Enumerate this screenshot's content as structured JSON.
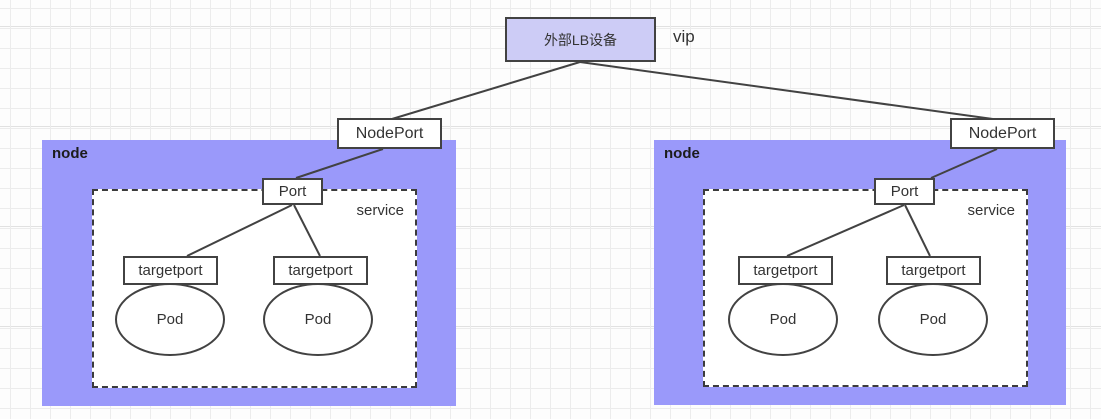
{
  "diagram": {
    "lb": {
      "label": "外部LB设备"
    },
    "vip_label": "vip",
    "nodes": [
      {
        "label": "node",
        "nodeport_label": "NodePort",
        "port_label": "Port",
        "service_label": "service",
        "backends": [
          {
            "targetport_label": "targetport",
            "pod_label": "Pod"
          },
          {
            "targetport_label": "targetport",
            "pod_label": "Pod"
          }
        ]
      },
      {
        "label": "node",
        "nodeport_label": "NodePort",
        "port_label": "Port",
        "service_label": "service",
        "backends": [
          {
            "targetport_label": "targetport",
            "pod_label": "Pod"
          },
          {
            "targetport_label": "targetport",
            "pod_label": "Pod"
          }
        ]
      }
    ]
  },
  "colors": {
    "node_fill": "#9a99fa",
    "lb_fill": "#cdccf6",
    "shape_fill": "#ffffff",
    "border": "#424242",
    "connector": "#424242",
    "text": "#333333",
    "grid_minor": "#ececec",
    "grid_major": "#e1e1e1",
    "canvas_bg": "#fdfdfd"
  }
}
